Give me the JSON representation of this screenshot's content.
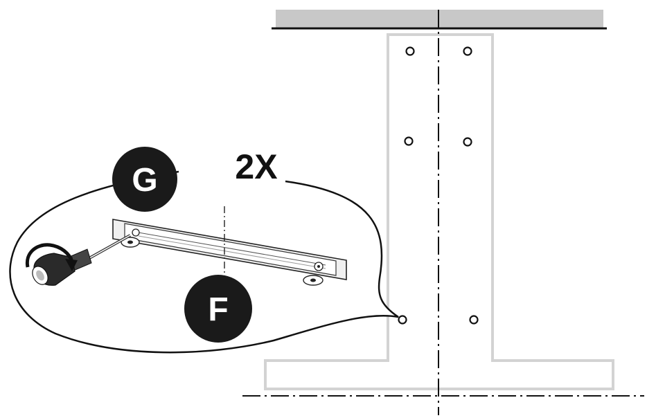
{
  "labels": {
    "multiplier": "2X",
    "callout_g": "G",
    "callout_f": "F"
  },
  "icons": [
    "screwdriver-icon",
    "rotate-arrow-icon"
  ],
  "colors": {
    "line": "#111111",
    "outline": "#d3d3d3",
    "ceiling_fill": "#c8c8c8",
    "callout_fill": "#1a1a1a",
    "callout_text": "#ffffff"
  }
}
